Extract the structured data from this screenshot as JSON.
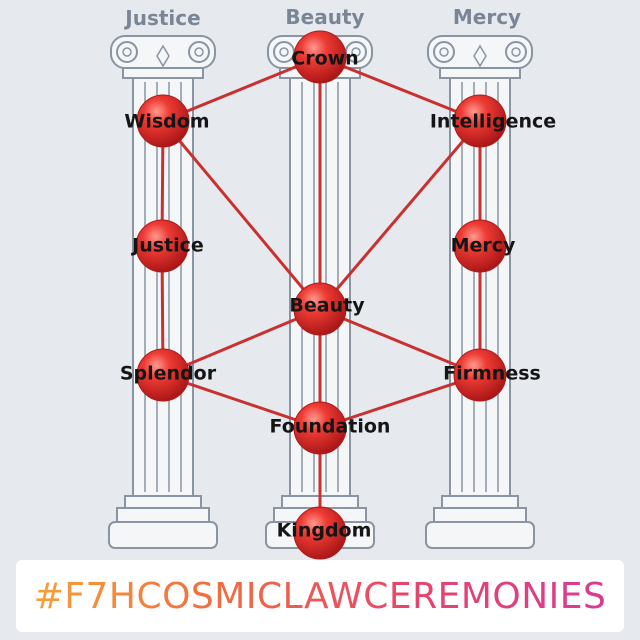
{
  "pillars": [
    {
      "id": "left",
      "title": "Justice"
    },
    {
      "id": "middle",
      "title": "Beauty"
    },
    {
      "id": "right",
      "title": "Mercy"
    }
  ],
  "nodes": [
    {
      "id": "crown",
      "label": "Crown"
    },
    {
      "id": "wisdom",
      "label": "Wisdom"
    },
    {
      "id": "intelligence",
      "label": "Intelligence"
    },
    {
      "id": "justice",
      "label": "Justice"
    },
    {
      "id": "mercy",
      "label": "Mercy"
    },
    {
      "id": "beauty",
      "label": "Beauty"
    },
    {
      "id": "splendor",
      "label": "Splendor"
    },
    {
      "id": "firmness",
      "label": "Firmness"
    },
    {
      "id": "foundation",
      "label": "Foundation"
    },
    {
      "id": "kingdom",
      "label": "Kingdom"
    }
  ],
  "edges": [
    [
      "crown",
      "wisdom"
    ],
    [
      "crown",
      "intelligence"
    ],
    [
      "crown",
      "beauty"
    ],
    [
      "wisdom",
      "justice"
    ],
    [
      "wisdom",
      "beauty"
    ],
    [
      "intelligence",
      "mercy"
    ],
    [
      "intelligence",
      "beauty"
    ],
    [
      "justice",
      "splendor"
    ],
    [
      "mercy",
      "firmness"
    ],
    [
      "beauty",
      "splendor"
    ],
    [
      "beauty",
      "firmness"
    ],
    [
      "beauty",
      "foundation"
    ],
    [
      "splendor",
      "foundation"
    ],
    [
      "firmness",
      "foundation"
    ],
    [
      "foundation",
      "kingdom"
    ]
  ],
  "colors": {
    "node": "#e02a2a",
    "edge": "#c93030",
    "pillar_stroke": "#8995a3",
    "background": "#e6eaee"
  },
  "banner": {
    "text": "#F7HCOSMICLAWCEREMONIES"
  }
}
